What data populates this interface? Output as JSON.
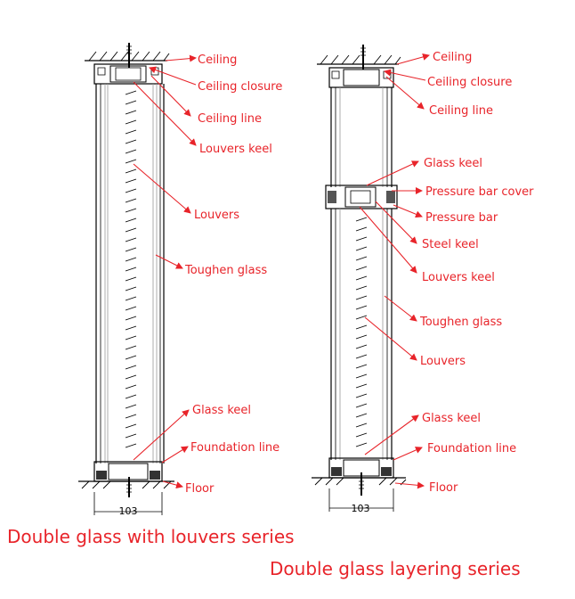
{
  "left": {
    "labels": [
      "Ceiling",
      "Ceiling closure",
      "Ceiling line",
      "Louvers keel",
      "Louvers",
      "Toughen glass",
      "Glass keel",
      "Foundation line",
      "Floor"
    ],
    "dimension": "103",
    "caption": "Double glass with louvers series"
  },
  "right": {
    "labels": [
      "Ceiling",
      "Ceiling closure",
      "Ceiling line",
      "Glass keel",
      "Pressure bar cover",
      "Pressure bar",
      "Steel keel",
      "Louvers keel",
      "Toughen glass",
      "Louvers",
      "Glass keel",
      "Foundation line",
      "Floor"
    ],
    "dimension": "103",
    "caption": "Double glass layering series"
  },
  "colors": {
    "label": "#e8242a",
    "line": "#000000",
    "glass": "#bfc6cc"
  }
}
